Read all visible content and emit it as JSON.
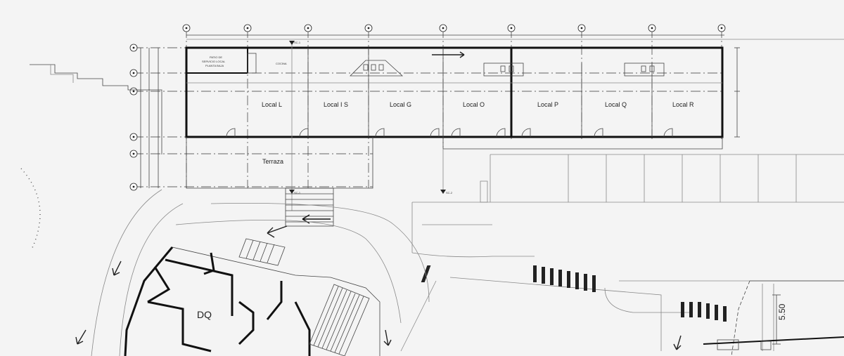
{
  "locals": [
    {
      "id": "L",
      "label": "Local L"
    },
    {
      "id": "IS",
      "label": "Local I S"
    },
    {
      "id": "G",
      "label": "Local G"
    },
    {
      "id": "O",
      "label": "Local O"
    },
    {
      "id": "P",
      "label": "Local P"
    },
    {
      "id": "Q",
      "label": "Local Q"
    },
    {
      "id": "R",
      "label": "Local R"
    }
  ],
  "rooms": {
    "terraza": "Terraza",
    "patio_line1": "PATIO DE",
    "patio_line2": "SERVICIO LOCAL",
    "patio_line3": "PLANTA BAJA",
    "cocina": "COCINA",
    "dq": "DQ"
  },
  "sections": {
    "sc1_top": "SC-1",
    "sc1_bottom": "SC-1",
    "sc2": "SC-2"
  },
  "dimensions": {
    "vertical_right": "5.50"
  },
  "colors": {
    "wall": "#111111",
    "line": "#444444",
    "background": "#f4f4f4"
  }
}
